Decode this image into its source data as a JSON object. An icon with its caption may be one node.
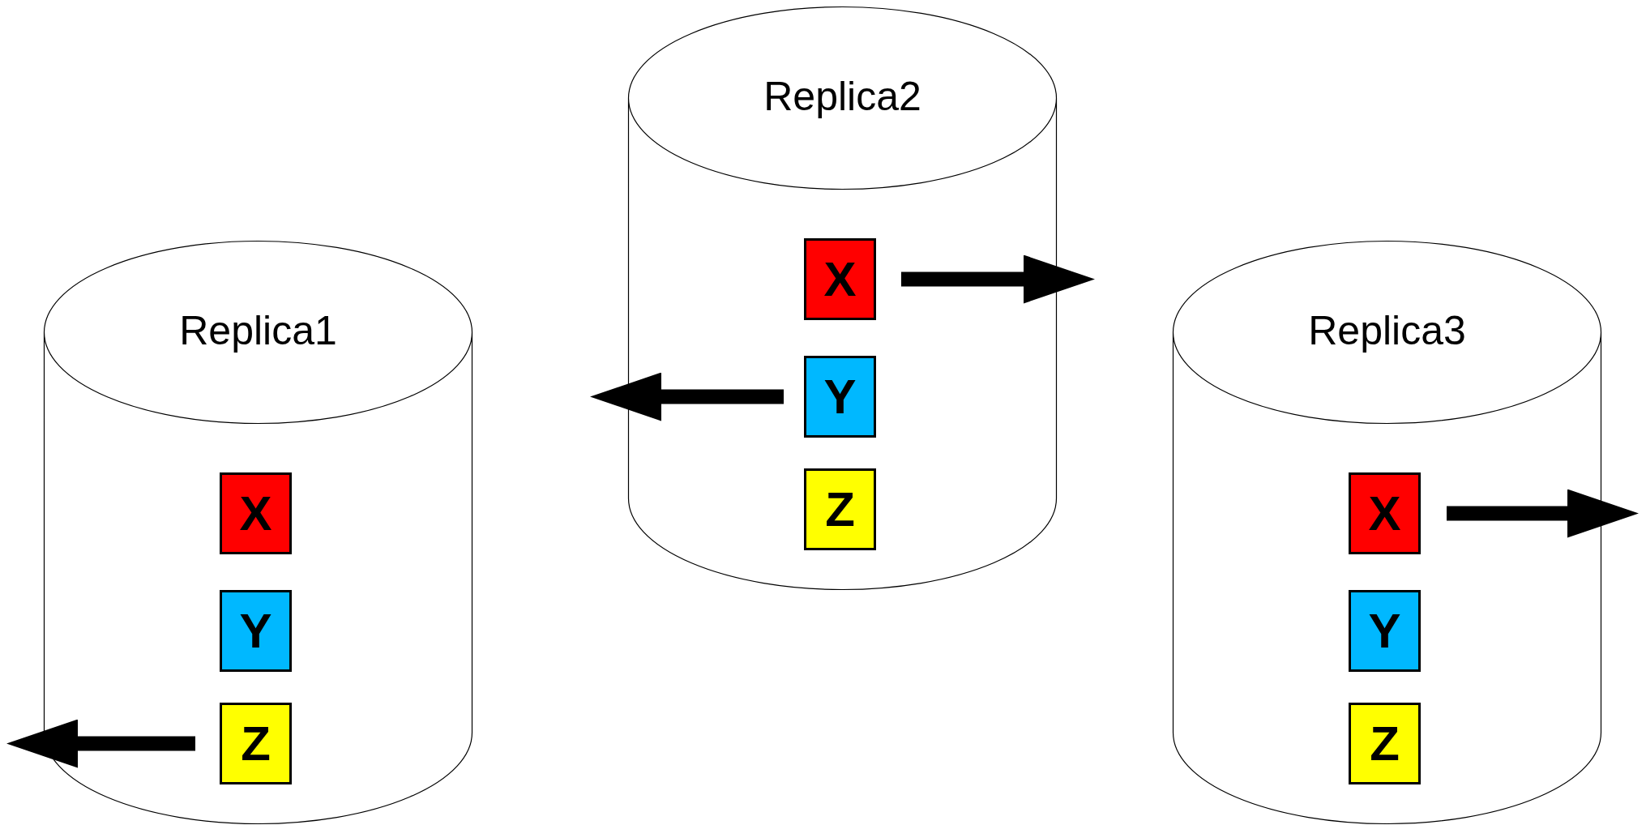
{
  "diagram": {
    "nodes": [
      {
        "text": [
          "Replica1"
        ]
      },
      {
        "text": [
          "X"
        ],
        "in": 0
      },
      {
        "text": [
          "Y"
        ],
        "in": 0
      },
      {
        "text": [
          "Z"
        ],
        "in": 0
      },
      {
        "text": [
          "Replica2"
        ]
      },
      {
        "text": [
          "X"
        ],
        "in": 4
      },
      {
        "text": [
          "Y"
        ],
        "in": 4
      },
      {
        "text": [
          "Z"
        ],
        "in": 4
      },
      {
        "text": [
          "Replica3"
        ]
      },
      {
        "text": [
          "X"
        ],
        "in": 8
      },
      {
        "text": [
          "Y"
        ],
        "in": 8
      },
      {
        "text": [
          "Z"
        ],
        "in": 8
      }
    ],
    "edges": [
      {
        "from": 3,
        "to": null,
        "arrow": "to"
      },
      {
        "from": 5,
        "to": null,
        "arrow": "to"
      },
      {
        "from": 6,
        "to": null,
        "arrow": "to"
      },
      {
        "from": 9,
        "to": null,
        "arrow": "to"
      }
    ]
  }
}
